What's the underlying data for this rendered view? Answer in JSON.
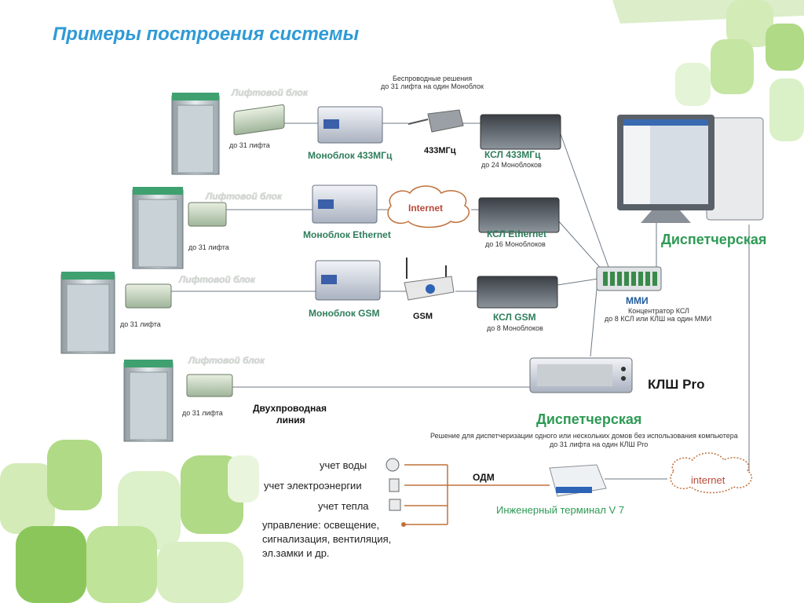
{
  "title": "Примеры построения системы",
  "rows": [
    {
      "block_label": "Лифтовой блок",
      "count": "до 31 лифта",
      "mono": "Моноблок 433МГц",
      "ksl": "КСЛ 433МГц",
      "ksl_sub": "до 24 Моноблоков"
    },
    {
      "block_label": "Лифтовой блок",
      "count": "до 31 лифта",
      "mono": "Моноблок Ethernet",
      "ksl": "КСЛ Ethernet",
      "ksl_sub": "до 16 Моноблоков"
    },
    {
      "block_label": "Лифтовой блок",
      "count": "до 31 лифта",
      "mono": "Моноблок GSM",
      "ksl": "КСЛ GSM",
      "ksl_sub": "до 8  Моноблоков"
    },
    {
      "block_label": "Лифтовой блок",
      "count": "до 31 лифта"
    }
  ],
  "wireless_note_1": "Беспроводные решения",
  "wireless_note_2": "до 31 лифта на один Моноблок",
  "freq_label": "433МГц",
  "internet_cloud": "Internet",
  "gsm_label": "GSM",
  "dispatcher_pc": "Диспетчерская",
  "mmi_label": "ММИ",
  "mmi_note_1": "Концентратор КСЛ",
  "mmi_note_2": "до 8 КСЛ или КЛШ на один ММИ",
  "klsh_label": "КЛШ Pro",
  "two_wire_1": "Двухпроводная",
  "two_wire_2": "линия",
  "dispatcher_2": "Диспетчерская",
  "solution_note_1": "Решение для диспетчеризации одного или нескольких домов без использования компьютера",
  "solution_note_2": "до 31 лифта на один КЛШ Pro",
  "meters": {
    "water": "учет воды",
    "electricity": "учет электроэнергии",
    "heat": "учет тепла",
    "control_1": "управление: освещение,",
    "control_2": "сигнализация, вентиляция,",
    "control_3": "эл.замки и др."
  },
  "odm_label": "ОДМ",
  "terminal_label": "Инженерный терминал V 7",
  "internet_cloud_2": "internet",
  "colors": {
    "title": "#2f9ad6",
    "green": "#2e9a55",
    "line_orange": "#c0703a",
    "deco_green": "#9fd05a"
  }
}
